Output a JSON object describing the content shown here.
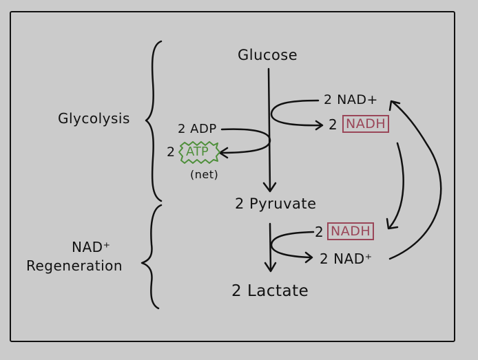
{
  "diagram": {
    "sections": {
      "glycolysis": "Glycolysis",
      "nad_regen_line1": "NAD⁺",
      "nad_regen_line2": "Regeneration"
    },
    "nodes": {
      "glucose": "Glucose",
      "pyruvate": "2 Pyruvate",
      "lactate": "2 Lactate"
    },
    "glycolysis_side": {
      "adp": "2 ADP",
      "atp_coeff": "2",
      "atp": "ATP",
      "net": "(net)",
      "nad_plus": "2 NAD+",
      "nadh_coeff": "2",
      "nadh": "NADH"
    },
    "regeneration_side": {
      "nadh_coeff": "2",
      "nadh": "NADH",
      "nad_plus": "2 NAD⁺"
    },
    "colors": {
      "nadh_box": "#9a4658",
      "atp_burst": "#4e8f3a",
      "ink": "#111111",
      "background": "#cbcbcb"
    }
  }
}
